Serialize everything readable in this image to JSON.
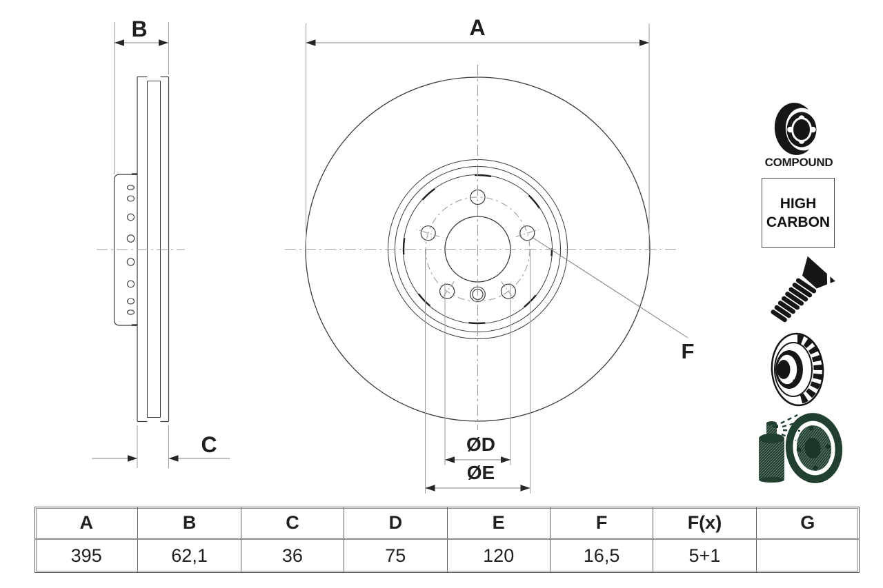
{
  "drawing": {
    "labels": {
      "a": "A",
      "b": "B",
      "c": "C",
      "d": "ØD",
      "e": "ØE",
      "f": "F"
    }
  },
  "badges": {
    "compound_label": "COMPOUND",
    "high_carbon_line1": "HIGH",
    "high_carbon_line2": "CARBON"
  },
  "icons": [
    {
      "name": "compound-disc-icon"
    },
    {
      "name": "high-carbon-badge"
    },
    {
      "name": "countersunk-screw-icon"
    },
    {
      "name": "vented-disc-icon"
    },
    {
      "name": "coated-disc-spray-icon"
    }
  ],
  "spec_table": {
    "headers": [
      "A",
      "B",
      "C",
      "D",
      "E",
      "F",
      "F(x)",
      "G"
    ],
    "values": [
      "395",
      "62,1",
      "36",
      "75",
      "120",
      "16,5",
      "5+1",
      ""
    ]
  },
  "colors": {
    "line_dark": "#3a3a3a",
    "dim_gray": "#9b9b9b",
    "arrow_dark": "#262626",
    "icon_black": "#161616",
    "icon_green": "#21402f",
    "table_border": "#5f5f5f"
  }
}
